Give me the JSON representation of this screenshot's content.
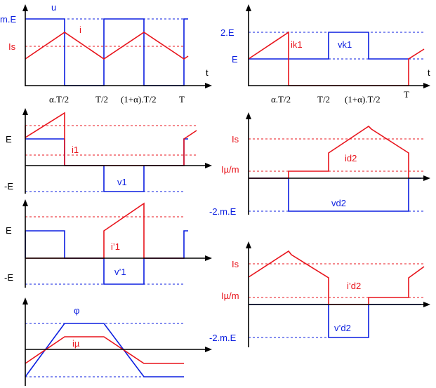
{
  "panels": {
    "p1": {
      "y_label": "u",
      "t_label": "t",
      "level_mE": "m.E",
      "level_Is": "Is",
      "wave_i": "i",
      "ticks": [
        "α.T/2",
        "T/2",
        "(1+α).T/2",
        "T"
      ]
    },
    "p2": {
      "t_label": "t",
      "level_2E": "2.E",
      "level_E": "E",
      "wave_ik1": "ik1",
      "wave_vk1": "vk1",
      "ticks": [
        "α.T/2",
        "T/2",
        "(1+α).T/2",
        "T"
      ]
    },
    "p3": {
      "level_E": "E",
      "level_mE": "-E",
      "wave_i1": "i1",
      "wave_v1": "v1"
    },
    "p4": {
      "level_Is": "Is",
      "level_Imu": "Iµ/m",
      "level_m2E": "-2.m.E",
      "wave_id2": "id2",
      "wave_vd2": "vd2"
    },
    "p5": {
      "level_E": "E",
      "level_mE": "-E",
      "wave_i1p": "i’1",
      "wave_v1p": "v’1"
    },
    "p6": {
      "level_Is": "Is",
      "level_Imu": "Iµ/m",
      "level_m2E": "-2.m.E",
      "wave_id2p": "i’d2",
      "wave_vd2p": "v’d2"
    },
    "p7": {
      "wave_phi": "φ",
      "wave_imu": "iµ"
    }
  },
  "colors": {
    "current": "#e8141c",
    "voltage": "#0b1ee0",
    "axis": "#000000"
  }
}
